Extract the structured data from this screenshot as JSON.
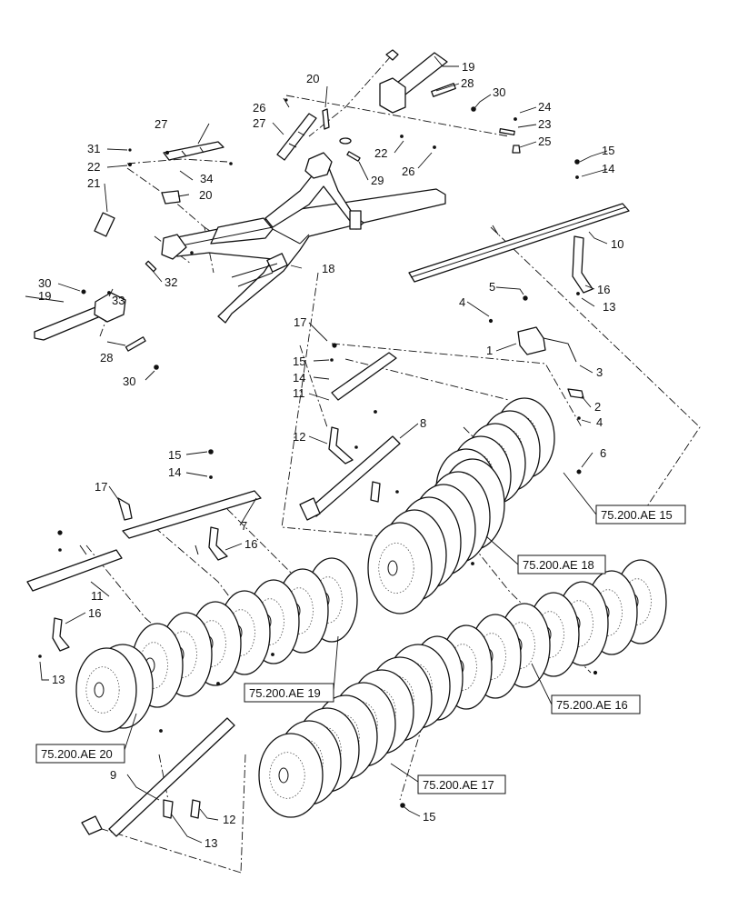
{
  "callouts": {
    "c1": "1",
    "c2": "2",
    "c3": "3",
    "c4a": "4",
    "c4b": "4",
    "c5": "5",
    "c6": "6",
    "c7": "7",
    "c8": "8",
    "c9": "9",
    "c10": "10",
    "c11a": "11",
    "c11b": "11",
    "c12a": "12",
    "c12b": "12",
    "c13a": "13",
    "c13b": "13",
    "c13c": "13",
    "c14a": "14",
    "c14b": "14",
    "c14c": "14",
    "c15a": "15",
    "c15b": "15",
    "c15c": "15",
    "c15d": "15",
    "c16a": "16",
    "c16b": "16",
    "c16c": "16",
    "c17a": "17",
    "c17b": "17",
    "c18": "18",
    "c19a": "19",
    "c19b": "19",
    "c20a": "20",
    "c20b": "20",
    "c21": "21",
    "c22a": "22",
    "c22b": "22",
    "c23": "23",
    "c24": "24",
    "c25": "25",
    "c26a": "26",
    "c26b": "26",
    "c27a": "27",
    "c27b": "27",
    "c28a": "28",
    "c28b": "28",
    "c29": "29",
    "c30a": "30",
    "c30b": "30",
    "c30c": "30",
    "c31": "31",
    "c32": "32",
    "c33": "33",
    "c34": "34"
  },
  "references": {
    "ae15": "75.200.AE 15",
    "ae16": "75.200.AE 16",
    "ae17": "75.200.AE 17",
    "ae18": "75.200.AE 18",
    "ae19": "75.200.AE 19",
    "ae20": "75.200.AE 20"
  }
}
